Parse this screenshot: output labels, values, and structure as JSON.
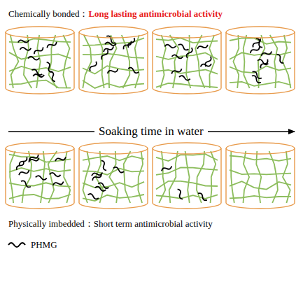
{
  "diagram": {
    "labels": [
      "Chemically bonded：",
      "Long lasting antimicrobial activity",
      "Soaking time in water",
      "Physically imbedded：Short term antimicrobial activity"
    ],
    "legend": [
      {
        "text": "PHMG"
      }
    ]
  }
}
